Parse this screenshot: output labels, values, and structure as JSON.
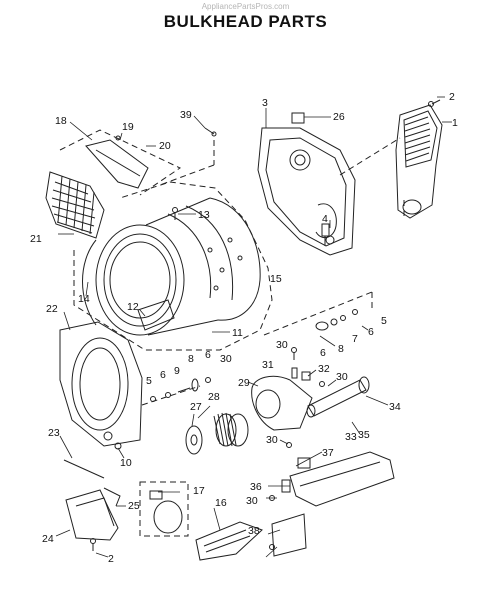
{
  "watermark": "AppliancePartsPros.com",
  "title": "BULKHEAD PARTS",
  "callouts": {
    "c1": "1",
    "c2a": "2",
    "c2b": "2",
    "c3": "3",
    "c4": "4",
    "c5a": "5",
    "c5b": "5",
    "c6a": "6",
    "c6b": "6",
    "c6c": "6",
    "c6d": "6",
    "c7": "7",
    "c8a": "8",
    "c8b": "8",
    "c9": "9",
    "c10": "10",
    "c11": "11",
    "c12": "12",
    "c13": "13",
    "c14": "14",
    "c15": "15",
    "c16": "16",
    "c17": "17",
    "c18": "18",
    "c19": "19",
    "c20": "20",
    "c21": "21",
    "c22": "22",
    "c23": "23",
    "c24": "24",
    "c25": "25",
    "c26": "26",
    "c27": "27",
    "c28": "28",
    "c29": "29",
    "c30a": "30",
    "c30b": "30",
    "c30c": "30",
    "c30d": "30",
    "c30e": "30",
    "c31": "31",
    "c32": "32",
    "c33": "33",
    "c34": "34",
    "c35": "35",
    "c36": "36",
    "c37": "37",
    "c38": "38",
    "c39": "39"
  }
}
